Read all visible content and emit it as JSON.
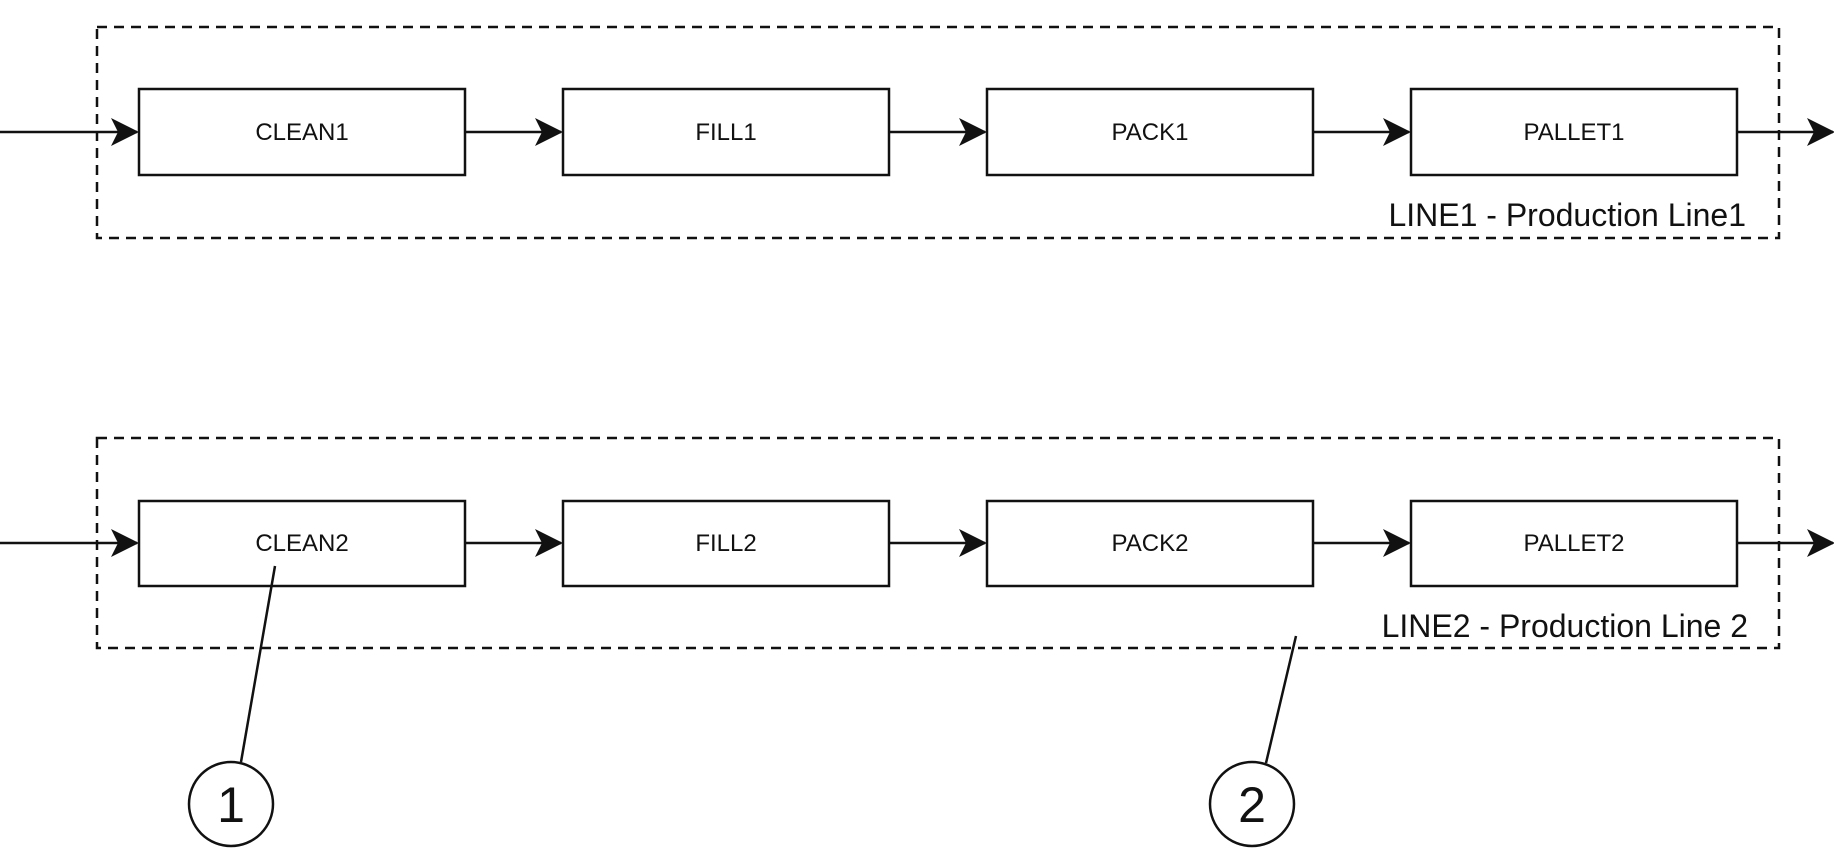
{
  "lines": [
    {
      "label": "LINE1 - Production Line1",
      "stations": [
        "CLEAN1",
        "FILL1",
        "PACK1",
        "PALLET1"
      ]
    },
    {
      "label": "LINE2 - Production Line 2",
      "stations": [
        "CLEAN2",
        "FILL2",
        "PACK2",
        "PALLET2"
      ]
    }
  ],
  "callouts": [
    "1",
    "2"
  ],
  "colors": {
    "stroke": "#111111",
    "background": "#ffffff"
  }
}
